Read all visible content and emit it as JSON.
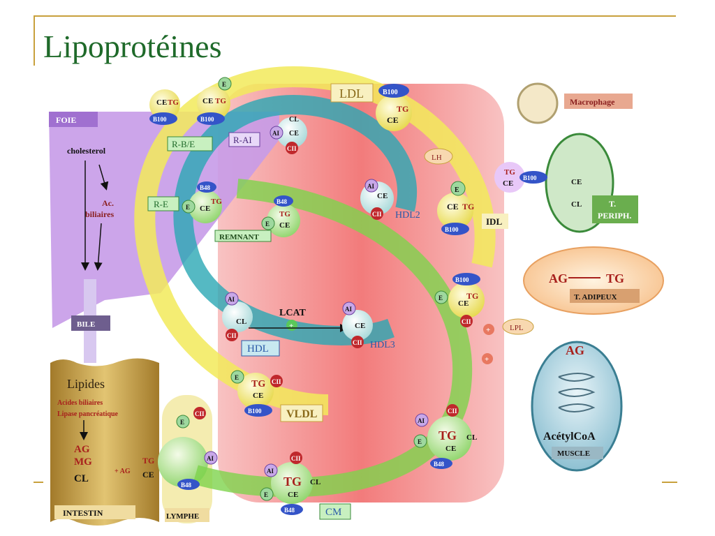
{
  "title": "Lipoprotéines",
  "organs": {
    "foie": "FOIE",
    "cholesterol": "cholesterol",
    "ac_biliaires_1": "Ac.",
    "ac_biliaires_2": "biliaires",
    "bile": "BILE",
    "lipides": "Lipides",
    "acides_biliaires": "Acides biliaires",
    "lipase": "Lipase pancréatique",
    "ag": "AG",
    "mg": "MG",
    "cl": "CL",
    "plus_ag": "+ AG",
    "intestin": "INTESTIN",
    "lymphe": "LYMPHE",
    "macrophage": "Macrophage",
    "t_periph_1": "T.",
    "t_periph_2": "PERIPH.",
    "ag_tg_ag": "AG",
    "ag_tg_tg": "TG",
    "t_adipeux": "T. ADIPEUX",
    "muscle_ag": "AG",
    "acetylcoa": "AcétylCoA",
    "muscle": "MUSCLE"
  },
  "labels": {
    "ldl": "LDL",
    "idl": "IDL",
    "hdl": "HDL",
    "hdl2": "HDL2",
    "hdl3": "HDL3",
    "vldl": "VLDL",
    "cm": "CM",
    "remnant": "REMNANT",
    "lcat": "LCAT",
    "lh": "LH",
    "lpl": "LPL",
    "r_be": "R-B/E",
    "r_ai": "R-AI",
    "r_e": "R-E",
    "plus": "+"
  },
  "particles": {
    "e": "E",
    "ai": "AI",
    "cii": "CII",
    "ce": "CE",
    "cl": "CL",
    "tg": "TG",
    "b100": "B100",
    "b48": "B48"
  },
  "colors": {
    "title_green": "#1f6a2a",
    "accent_gold": "#c8a03c",
    "foie_purple": "#c79be8",
    "hdl_teal": "#2aa8b4",
    "vldl_yellow": "#f2ea5a",
    "cm_green": "#7ed34c",
    "plasma_red": "#f06464",
    "apo_blue": "#3454c8",
    "apo_red": "#c0282c"
  }
}
